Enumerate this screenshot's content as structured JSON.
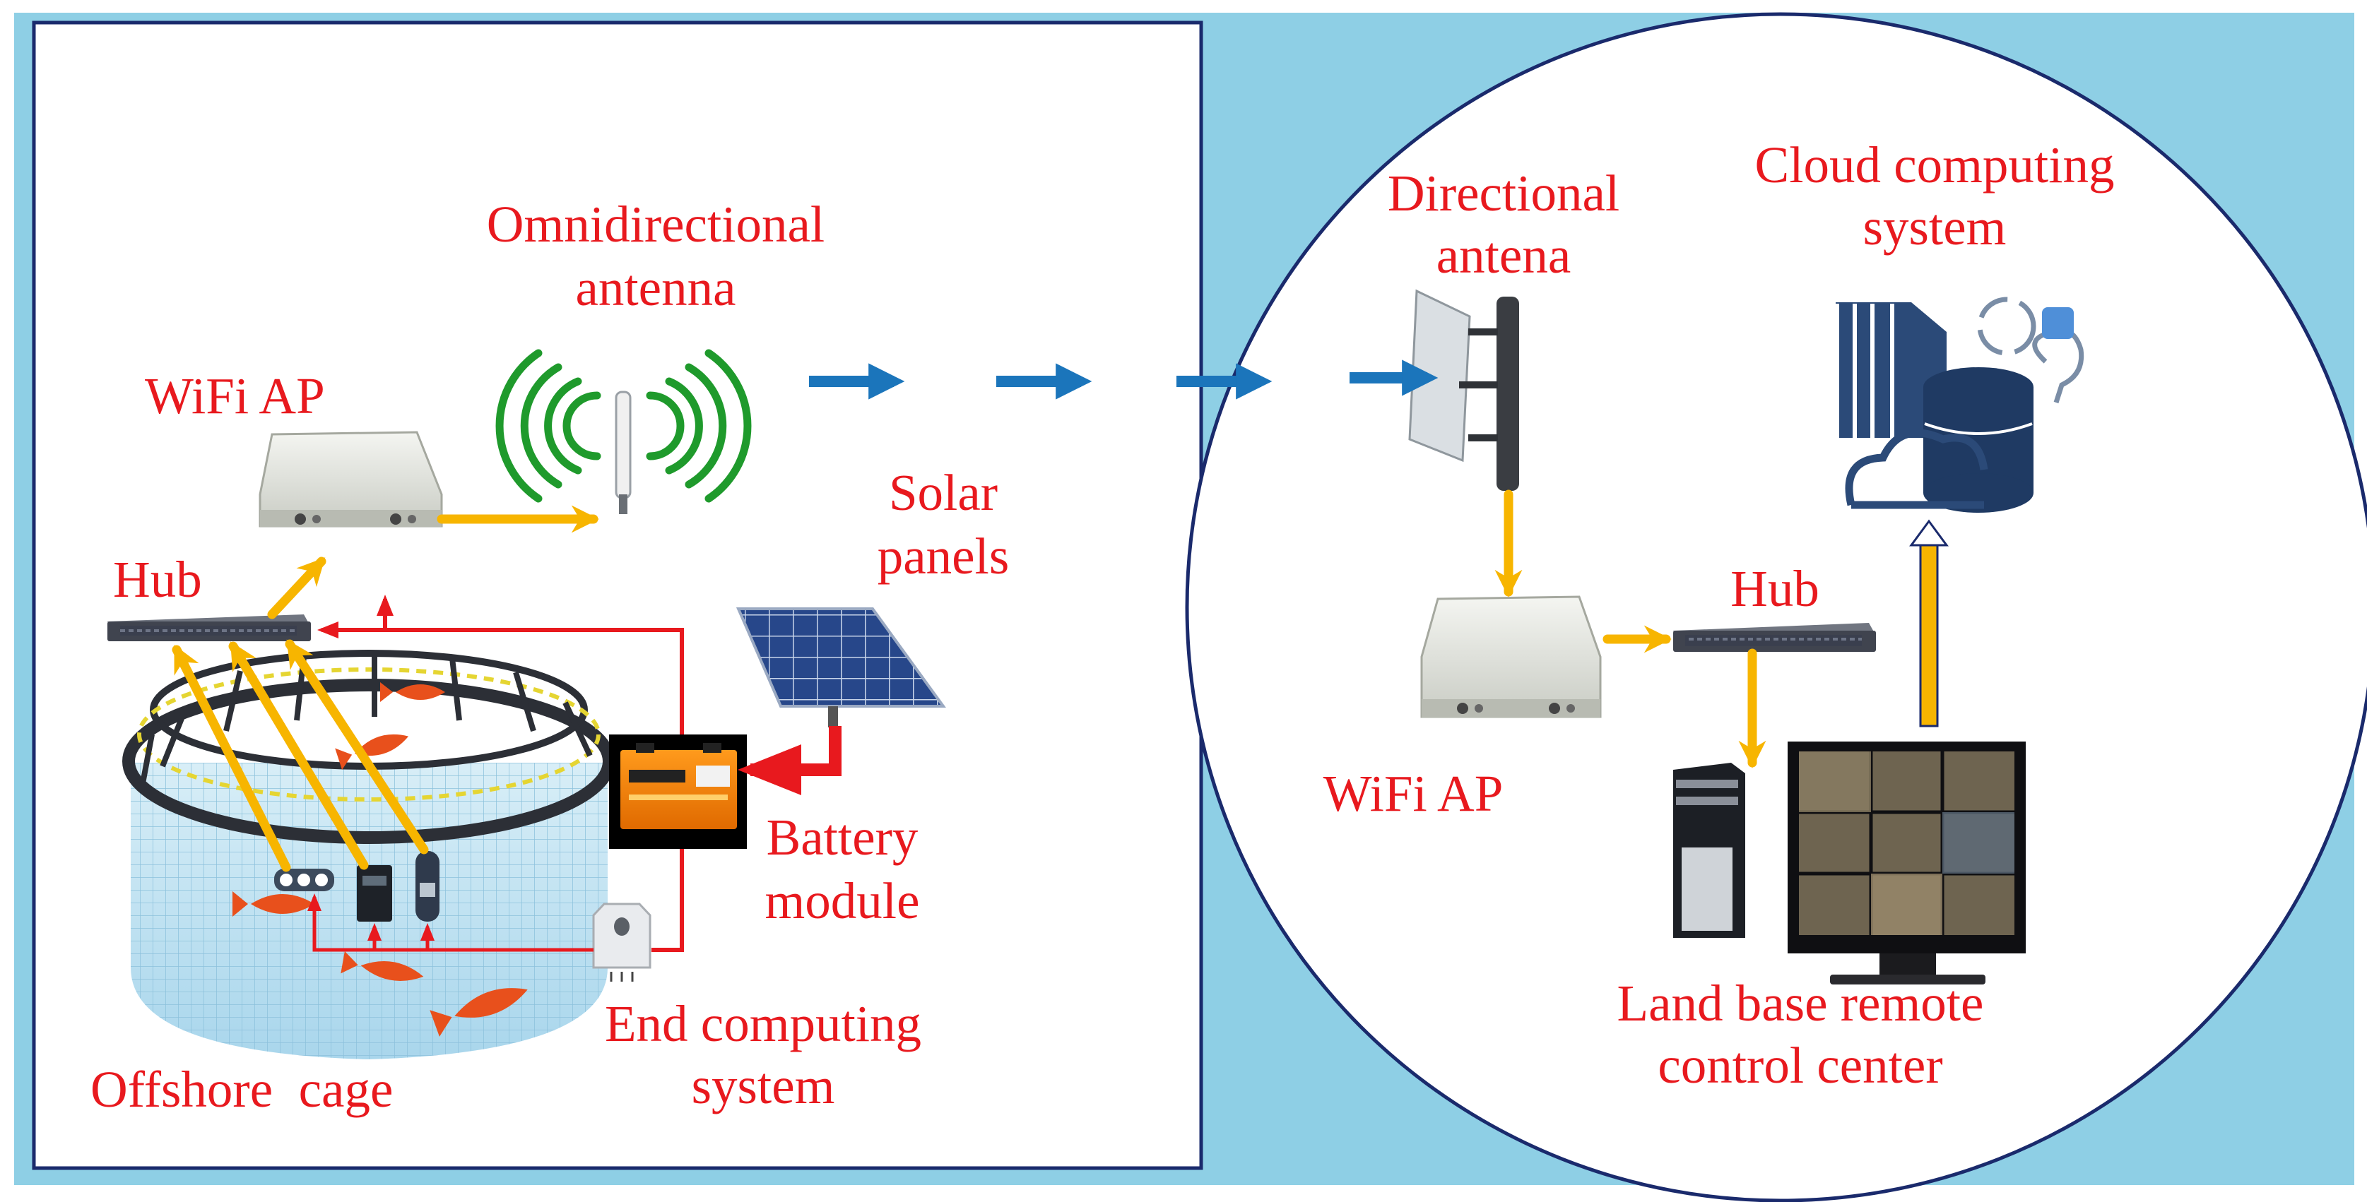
{
  "colors": {
    "background": "#8ecfe5",
    "panel": "#ffffff",
    "panel_border": "#1a2a6c",
    "label": "#e8191e",
    "data_link": "#1b75bb",
    "data_flow": "#f7b500",
    "power": "#e8191e",
    "antenna_wave": "#1f9a2c"
  },
  "labels": {
    "omni_antenna": [
      "Omnidirectional",
      "antenna"
    ],
    "wifi_ap_left": "WiFi AP",
    "hub_left": "Hub",
    "solar_panels": [
      "Solar",
      "panels"
    ],
    "battery_module": [
      "Battery",
      "module"
    ],
    "end_computing": [
      "End computing",
      "system"
    ],
    "offshore_cage": "Offshore  cage",
    "directional_antenna": [
      "Directional",
      "antena"
    ],
    "cloud_computing": [
      "Cloud computing",
      "system"
    ],
    "hub_right": "Hub",
    "wifi_ap_right": "WiFi AP",
    "land_base": [
      "Land base remote",
      "control center"
    ]
  }
}
